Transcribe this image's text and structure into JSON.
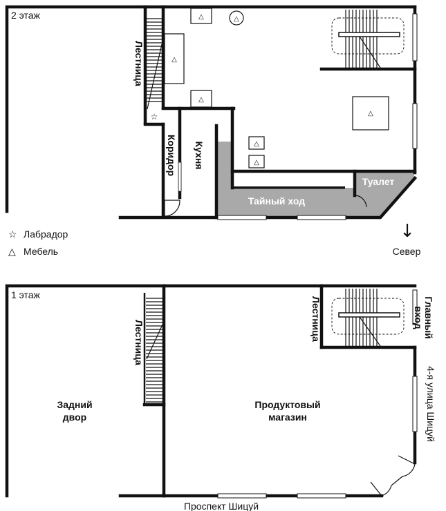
{
  "floor2": {
    "title": "2 этаж",
    "labels": {
      "stairs": "Лестница",
      "corridor": "Коридор",
      "kitchen": "Кухня",
      "secret_passage_1": "Тайный ход",
      "secret_passage_2": "Тайный ход",
      "toilet": "Туалет"
    }
  },
  "legend": {
    "labrador": {
      "symbol": "☆",
      "label": "Лабрадор"
    },
    "furniture": {
      "symbol": "△",
      "label": "Мебель"
    }
  },
  "north": {
    "arrow": "↓",
    "label": "Север"
  },
  "floor1": {
    "title": "1 этаж",
    "labels": {
      "stairs_left": "Лестница",
      "stairs_right": "Лестница",
      "main_entrance_1": "Главный",
      "main_entrance_2": "вход",
      "backyard_1": "Задний",
      "backyard_2": "двор",
      "shop_1": "Продуктовый",
      "shop_2": "магазин"
    }
  },
  "streets": {
    "east": "4-я улица Шицуй",
    "south": "Проспект Шицуй"
  },
  "symbols": {
    "furniture": "△",
    "labrador": "☆"
  },
  "colors": {
    "wall": "#111111",
    "secret_passage": "#a9a9a9",
    "background": "#ffffff"
  }
}
